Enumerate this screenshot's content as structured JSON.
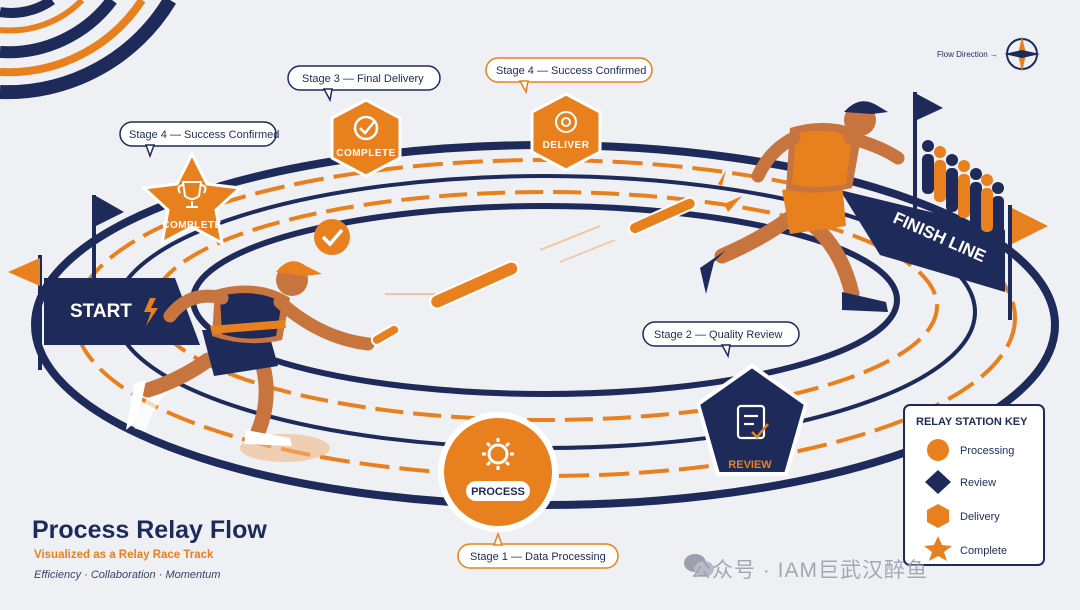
{
  "diagram": {
    "title": "Process Relay Flow",
    "subtitle": "Visualized as a Relay Race Track",
    "tagline": "Efficiency · Collaboration · Momentum",
    "flow_direction": "Flow Direction →",
    "start_label": "START",
    "finish_label": "FINISH LINE",
    "callouts": [
      {
        "id": "stage4-left",
        "text": "Stage 4 — Success Confirmed"
      },
      {
        "id": "stage3",
        "text": "Stage 3 — Final Delivery"
      },
      {
        "id": "stage4-top",
        "text": "Stage 4 — Success Confirmed"
      },
      {
        "id": "stage2",
        "text": "Stage 2 — Quality Review"
      },
      {
        "id": "stage1",
        "text": "Stage 1 — Data Processing"
      }
    ],
    "stations": {
      "complete_star": "COMPLETE",
      "complete_hex": "COMPLETE",
      "deliver_hex": "DELIVER",
      "review_pentagon": "REVIEW",
      "process_circle": "PROCESS"
    },
    "key": {
      "title": "RELAY STATION KEY",
      "items": [
        {
          "shape": "circle",
          "label": "Processing"
        },
        {
          "shape": "diamond",
          "label": "Review"
        },
        {
          "shape": "hexagon",
          "label": "Delivery"
        },
        {
          "shape": "star",
          "label": "Complete"
        }
      ]
    },
    "watermark": "公众号 · IAM巨武汉醉鱼"
  },
  "colors": {
    "navy": "#1e2a5a",
    "orange": "#e8801e",
    "skin": "#c8743e",
    "background": "#eef0f4"
  }
}
